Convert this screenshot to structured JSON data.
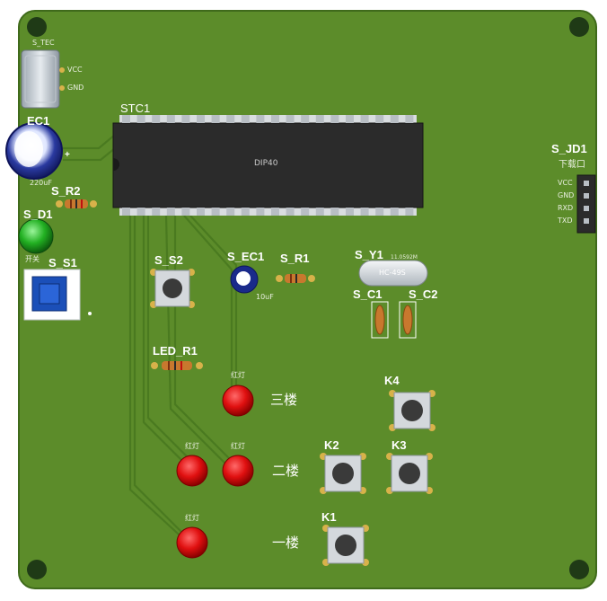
{
  "labels": {
    "usb": "S_TEC",
    "usb_vcc": "VCC",
    "usb_gnd": "GND",
    "ec1": "EC1",
    "ec1_val": "220uF",
    "s_r2": "S_R2",
    "s_d1": "S_D1",
    "s_s1": "S_S1",
    "s_s1_sub": "开关",
    "stc1": "STC1",
    "chip": "DIP40",
    "s_s2": "S_S2",
    "s_ec1": "S_EC1",
    "s_ec1_val": "10uF",
    "s_r1": "S_R1",
    "s_y1": "S_Y1",
    "crystal": "HC-49S",
    "crystal_sub": "11.0592M",
    "s_c1": "S_C1",
    "s_c2": "S_C2",
    "s_jd1": "S_JD1",
    "jd_title": "下载口",
    "jd_pins": [
      "VCC",
      "GND",
      "RXD",
      "TXD"
    ],
    "led_r1": "LED_R1",
    "led_text": "红灯",
    "k1": "K1",
    "k2": "K2",
    "k3": "K3",
    "k4": "K4",
    "floor3": "三楼",
    "floor2": "二楼",
    "floor1": "一楼"
  },
  "colors": {
    "board": "#5c8c2a",
    "board_edge": "#3f6a1b",
    "silk": "#ffffff",
    "chip": "#2b2b2b",
    "led_red": "#e01010",
    "led_green": "#22b022",
    "switch_blue": "#1b4fb8",
    "cap_blue": "#1a2a8a",
    "resistor": "#c8782e"
  }
}
